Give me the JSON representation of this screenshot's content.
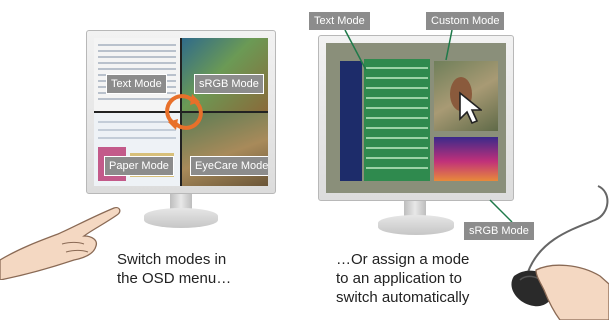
{
  "left_monitor": {
    "modes": {
      "top_left": "Text Mode",
      "top_right": "sRGB Mode",
      "bottom_left": "Paper Mode",
      "bottom_right": "EyeCare Mode"
    }
  },
  "right_monitor": {
    "labels": {
      "text_mode": "Text Mode",
      "custom_mode": "Custom Mode",
      "srgb_mode": "sRGB Mode"
    }
  },
  "captions": {
    "left_line1": "Switch modes in",
    "left_line2": "the OSD menu…",
    "right_line1": "…Or assign a mode",
    "right_line2": "to an application to",
    "right_line3": "switch automatically"
  },
  "colors": {
    "label_bg": "#8c8c8c",
    "arrow": "#e8702a",
    "leader_line": "#1f7a4a"
  },
  "icons": [
    "rotate-arrows-icon",
    "mouse-pointer-icon",
    "hand-icon",
    "mouse-icon"
  ]
}
